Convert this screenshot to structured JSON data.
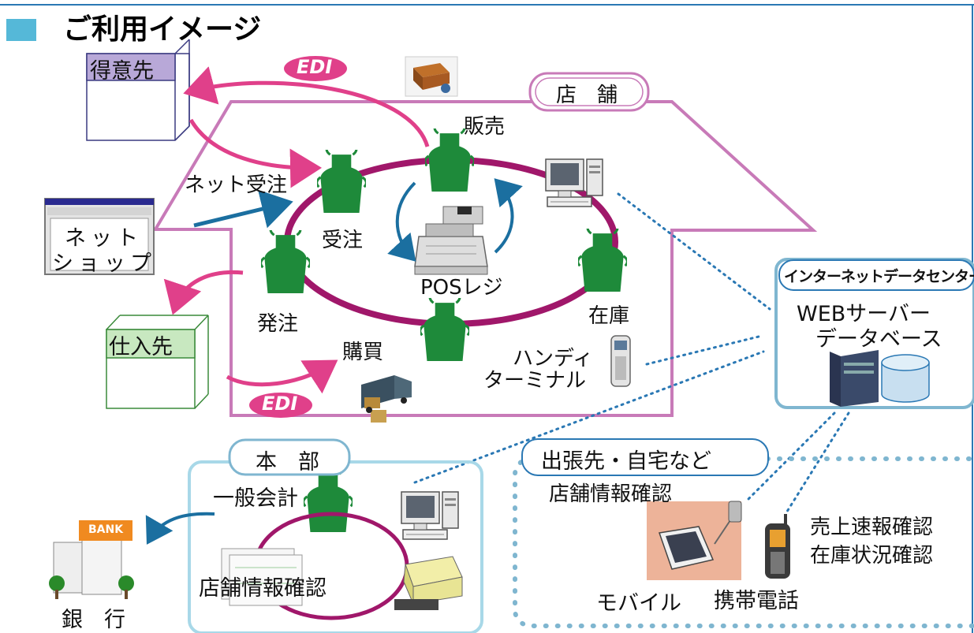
{
  "title": "ご利用イメージ",
  "store_label": "店　舗",
  "hq_label": "本　部",
  "remote_label": "出張先・自宅など",
  "idc_label": "インターネットデータセンター",
  "customer": "得意先",
  "supplier": "仕入先",
  "net_shop_line1": "ネット",
  "net_shop_line2": "ショップ",
  "edi_top": "EDI",
  "edi_bottom": "EDI",
  "sales": "販売",
  "net_order": "ネット受注",
  "order_receive": "受注",
  "order_place": "発注",
  "purchase": "購買",
  "stock": "在庫",
  "pos": "POSレジ",
  "handy_line1": "ハンディ",
  "handy_line2": "ターミナル",
  "web_server": "WEBサーバー",
  "database": "データベース",
  "general_accounting": "一般会計",
  "store_info_check_hq": "店舗情報確認",
  "store_info_check_remote": "店舗情報確認",
  "sales_report_check": "売上速報確認",
  "stock_status_check": "在庫状況確認",
  "mobile": "モバイル",
  "phone": "携帯電話",
  "bank": "銀　行",
  "bank_sign": "BANK",
  "colors": {
    "store_outline": "#c87ab8",
    "ring": "#a0176a",
    "apron": "#1e8a3a",
    "arrow_pink": "#e0408a",
    "arrow_blue": "#1b6fa0",
    "box_blue": "#7fb6d0",
    "dotted": "#2a78b4",
    "edi_fill": "#e0408a"
  }
}
